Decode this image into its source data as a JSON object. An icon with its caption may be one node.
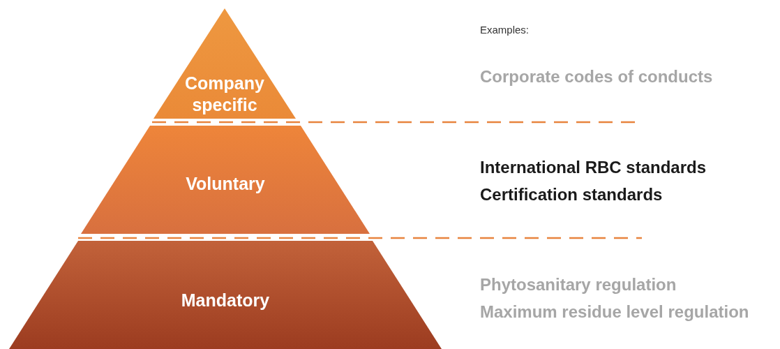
{
  "diagram": {
    "nodes": [
      {
        "text": [
          "Company specific"
        ]
      },
      {
        "text": [
          "Voluntary"
        ]
      },
      {
        "text": [
          "Mandatory"
        ]
      }
    ],
    "labels": [
      "Examples:",
      "Corporate codes of conducts",
      "International RBC standards",
      "Certification standards",
      "Phytosanitary regulation",
      "Maximum residue level regulation"
    ]
  }
}
